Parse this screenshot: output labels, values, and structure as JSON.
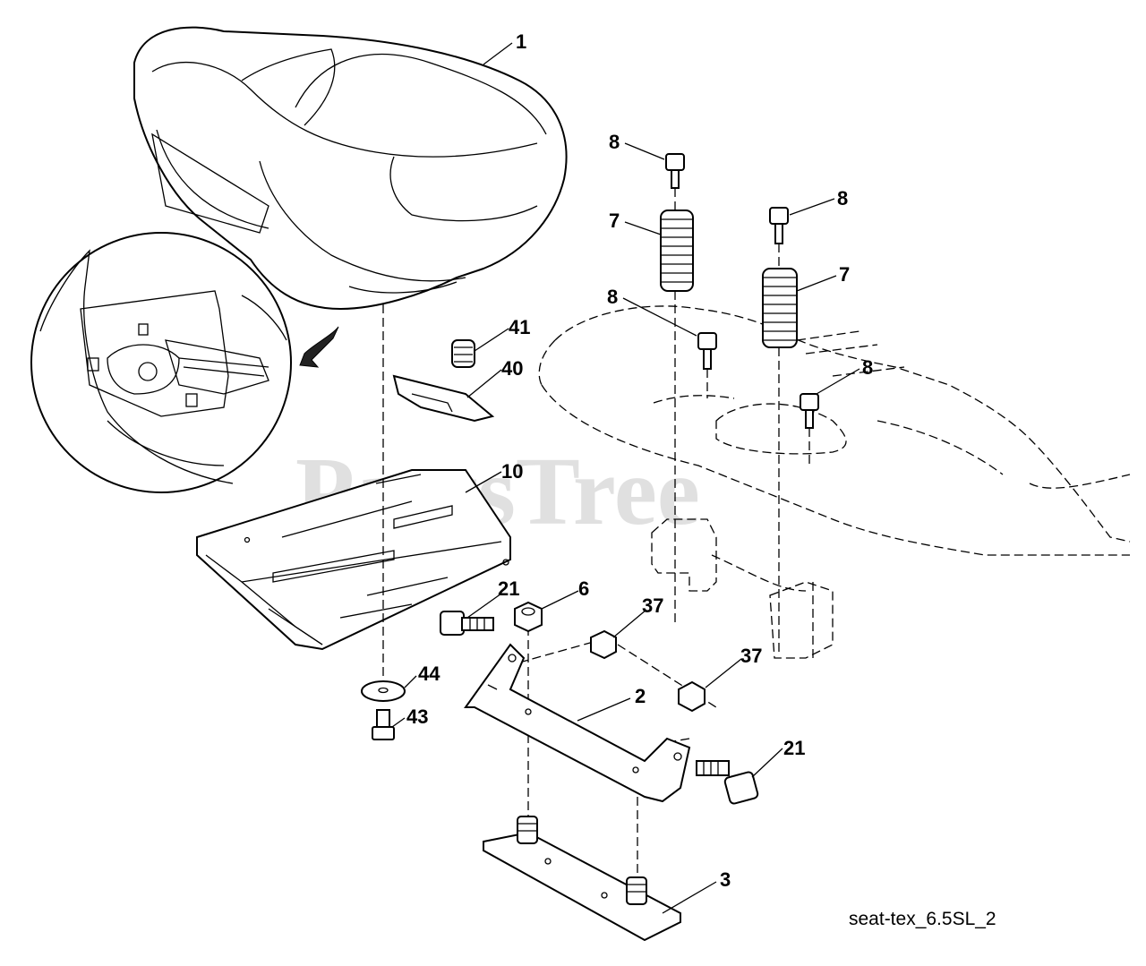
{
  "diagram": {
    "watermark": "PartsTree",
    "drawing_code": "seat-tex_6.5SL_2",
    "callouts": [
      {
        "id": "c1",
        "label": "1"
      },
      {
        "id": "c8a",
        "label": "8"
      },
      {
        "id": "c8b",
        "label": "8"
      },
      {
        "id": "c8c",
        "label": "8"
      },
      {
        "id": "c8d",
        "label": "8"
      },
      {
        "id": "c7a",
        "label": "7"
      },
      {
        "id": "c7b",
        "label": "7"
      },
      {
        "id": "c41",
        "label": "41"
      },
      {
        "id": "c40",
        "label": "40"
      },
      {
        "id": "c10",
        "label": "10"
      },
      {
        "id": "c21a",
        "label": "21"
      },
      {
        "id": "c6",
        "label": "6"
      },
      {
        "id": "c37a",
        "label": "37"
      },
      {
        "id": "c37b",
        "label": "37"
      },
      {
        "id": "c44",
        "label": "44"
      },
      {
        "id": "c43",
        "label": "43"
      },
      {
        "id": "c2",
        "label": "2"
      },
      {
        "id": "c21b",
        "label": "21"
      },
      {
        "id": "c3",
        "label": "3"
      }
    ]
  }
}
